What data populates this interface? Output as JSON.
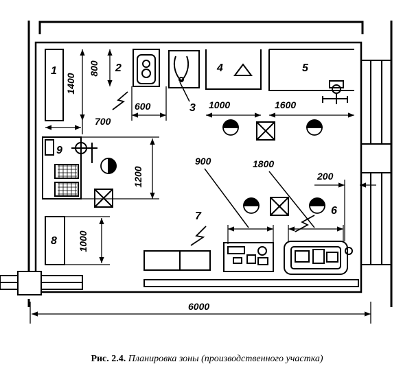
{
  "plan": {
    "zone_numbers": [
      "1",
      "2",
      "3",
      "4",
      "5",
      "6",
      "7",
      "8",
      "9"
    ],
    "dimensions": {
      "d1400": "1400",
      "d800": "800",
      "d600": "600",
      "d700": "700",
      "d1000_top": "1000",
      "d1600": "1600",
      "d1200": "1200",
      "d900": "900",
      "d1800": "1800",
      "d200": "200",
      "d1000_left": "1000",
      "d6000": "6000"
    }
  },
  "caption": {
    "prefix": "Рис. 2.4.",
    "text": "Планировка зоны (производственного участка)"
  }
}
